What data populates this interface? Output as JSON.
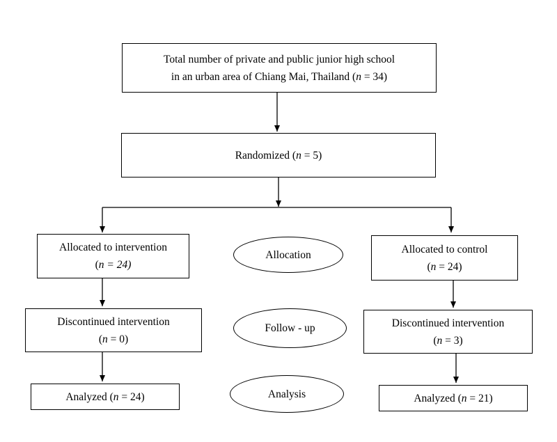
{
  "boxes": {
    "total": {
      "line1": "Total number of private and public junior high school",
      "line2_prefix": "in an urban area of Chiang Mai, Thailand (",
      "n_label": "n",
      "line2_suffix": " = 34)"
    },
    "randomized": {
      "prefix": "Randomized (",
      "n_label": "n",
      "suffix": " = 5)"
    },
    "alloc_intervention": {
      "line1": "Allocated to intervention",
      "line2_prefix": "(",
      "n_label": "n",
      "line2_suffix": " = 24)"
    },
    "alloc_control": {
      "line1": "Allocated to control",
      "line2_prefix": "(",
      "n_label": "n",
      "line2_suffix": " = 24)"
    },
    "disc_intervention": {
      "line1": "Discontinued intervention",
      "line2_prefix": "(",
      "n_label": "n",
      "line2_suffix": " = 0)"
    },
    "disc_control": {
      "line1": "Discontinued intervention",
      "line2_prefix": "(",
      "n_label": "n",
      "line2_suffix": " = 3)"
    },
    "analyzed_intervention": {
      "prefix": "Analyzed (",
      "n_label": "n",
      "suffix": " = 24)"
    },
    "analyzed_control": {
      "prefix": "Analyzed (",
      "n_label": "n",
      "suffix": " = 21)"
    }
  },
  "stages": {
    "allocation": "Allocation",
    "follow_up": "Follow - up",
    "analysis": "Analysis"
  }
}
